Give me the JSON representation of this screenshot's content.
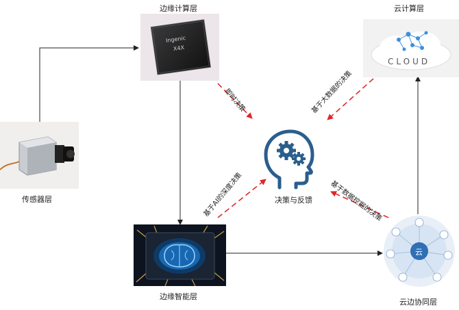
{
  "nodes": {
    "edge_compute": "边缘计算层",
    "cloud_compute": "云计算层",
    "sensor": "传感器层",
    "edge_intelligence": "边缘智能层",
    "cloud_edge": "云边协同层",
    "decision": "决策与反馈"
  },
  "arrows": {
    "edge_compute_to_decision": "即时决策",
    "cloud_to_decision": "基于大数据的决策",
    "edge_intel_to_decision": "基于AI的深度决策",
    "cloud_edge_to_decision": "基于数据挖掘的决策"
  },
  "chip_marking": {
    "brand": "Ingenic",
    "model": "X4X"
  },
  "cloud_logo_text": "CLOUD",
  "cloud_edge_center": "云",
  "colors": {
    "arrow_red": "#e0262a",
    "line_black": "#222222",
    "brain_blue": "#2b5e8c"
  }
}
